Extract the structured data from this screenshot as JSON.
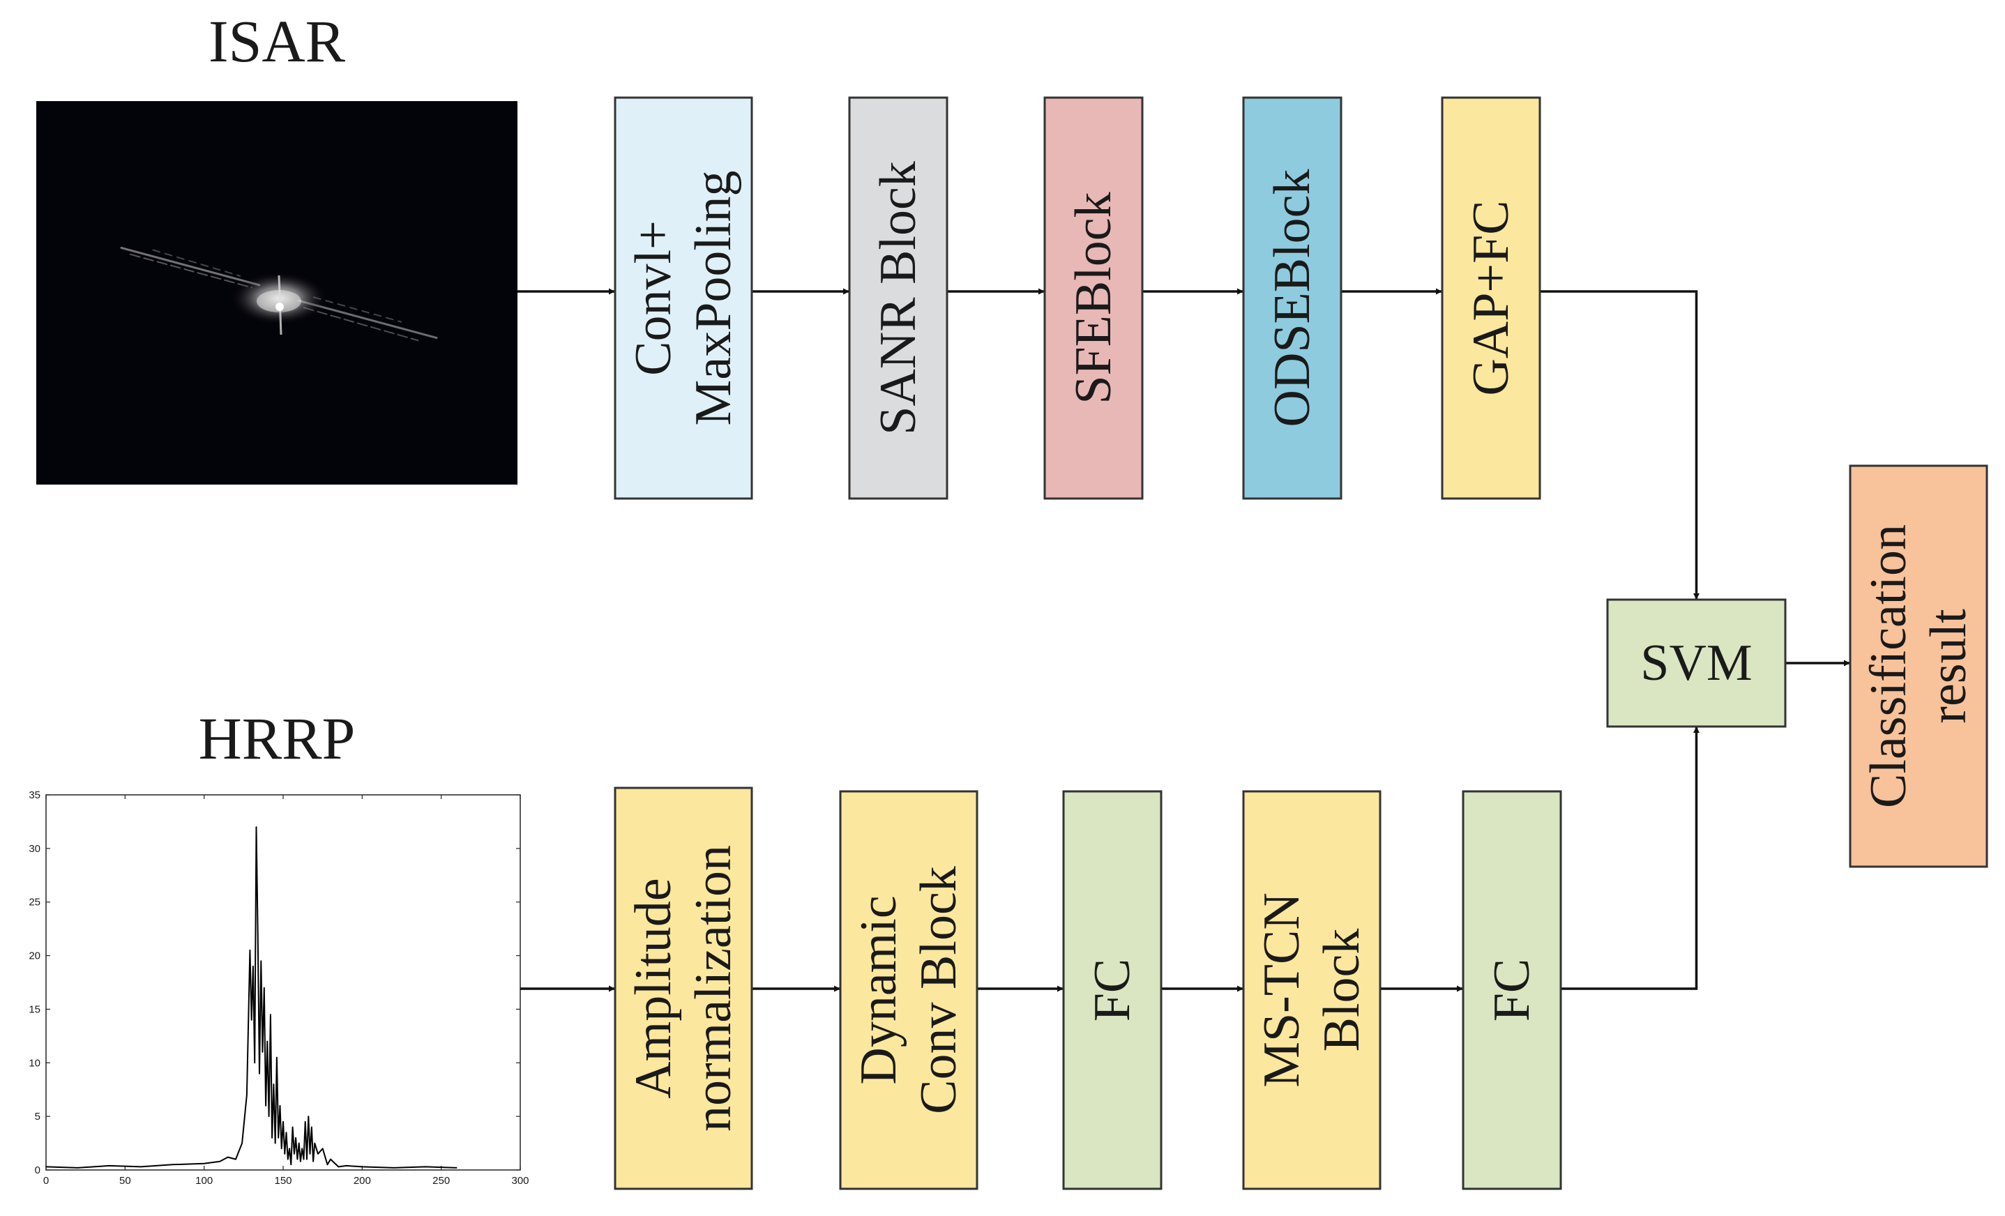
{
  "inputs": {
    "isar": {
      "label": "ISAR"
    },
    "hrrp": {
      "label": "HRRP",
      "chart_data": {
        "type": "line",
        "title": "",
        "xlabel": "",
        "ylabel": "",
        "xlim": [
          0,
          300
        ],
        "ylim": [
          0,
          35
        ],
        "x_ticks": [
          "0",
          "50",
          "100",
          "150",
          "200",
          "250",
          "300"
        ],
        "y_ticks": [
          "0",
          "5",
          "10",
          "15",
          "20",
          "25",
          "30",
          "35"
        ],
        "grid": false,
        "series": [
          {
            "x": [
              0,
              20,
              40,
              60,
              80,
              100,
              110,
              115,
              120,
              124,
              127,
              129,
              130,
              131,
              132,
              133,
              134,
              135,
              136,
              137,
              138,
              139,
              140,
              141,
              142,
              143,
              144,
              145,
              146,
              147,
              148,
              149,
              150,
              151,
              152,
              153,
              154,
              155,
              156,
              157,
              158,
              159,
              160,
              161,
              162,
              163,
              164,
              165,
              166,
              167,
              168,
              169,
              170,
              172,
              175,
              178,
              180,
              185,
              190,
              200,
              220,
              240,
              260
            ],
            "values": [
              0.3,
              0.2,
              0.4,
              0.3,
              0.5,
              0.6,
              0.8,
              1.2,
              1.0,
              2.5,
              7.0,
              20.5,
              14.0,
              19.0,
              10.0,
              32.0,
              22.0,
              9.0,
              19.5,
              11.0,
              17.0,
              6.0,
              12.0,
              5.0,
              14.5,
              3.0,
              8.0,
              2.5,
              10.5,
              3.0,
              6.0,
              2.0,
              4.5,
              1.5,
              3.5,
              1.0,
              2.0,
              0.5,
              4.0,
              1.5,
              3.0,
              1.0,
              2.5,
              0.8,
              2.0,
              1.0,
              4.5,
              1.0,
              5.0,
              1.5,
              4.0,
              0.8,
              2.5,
              1.5,
              2.0,
              0.5,
              1.0,
              0.3,
              0.4,
              0.3,
              0.2,
              0.3,
              0.2
            ]
          }
        ]
      }
    }
  },
  "isar_branch": [
    {
      "lines": [
        "Convl+",
        "MaxPooling"
      ],
      "fill": "#dff0f8"
    },
    {
      "lines": [
        "SANR Block"
      ],
      "fill": "#dbdcde"
    },
    {
      "lines": [
        "SFEBlock"
      ],
      "fill": "#e8b8b6"
    },
    {
      "lines": [
        "ODSEBlock"
      ],
      "fill": "#8ecbde"
    },
    {
      "lines": [
        "GAP+FC"
      ],
      "fill": "#fbe79e"
    }
  ],
  "hrrp_branch": [
    {
      "lines": [
        "Amplitude",
        "normalization"
      ],
      "fill": "#fbe79e"
    },
    {
      "lines": [
        "Dynamic",
        "Conv Block"
      ],
      "fill": "#fbe79e"
    },
    {
      "lines": [
        "FC"
      ],
      "fill": "#d9e6c1"
    },
    {
      "lines": [
        "MS-TCN",
        "Block"
      ],
      "fill": "#fbe79e"
    },
    {
      "lines": [
        "FC"
      ],
      "fill": "#d9e6c1"
    }
  ],
  "svm": {
    "label": "SVM",
    "fill": "#d9e6c1"
  },
  "output": {
    "lines": [
      "Classification",
      "result"
    ],
    "fill": "#f8c29a"
  }
}
